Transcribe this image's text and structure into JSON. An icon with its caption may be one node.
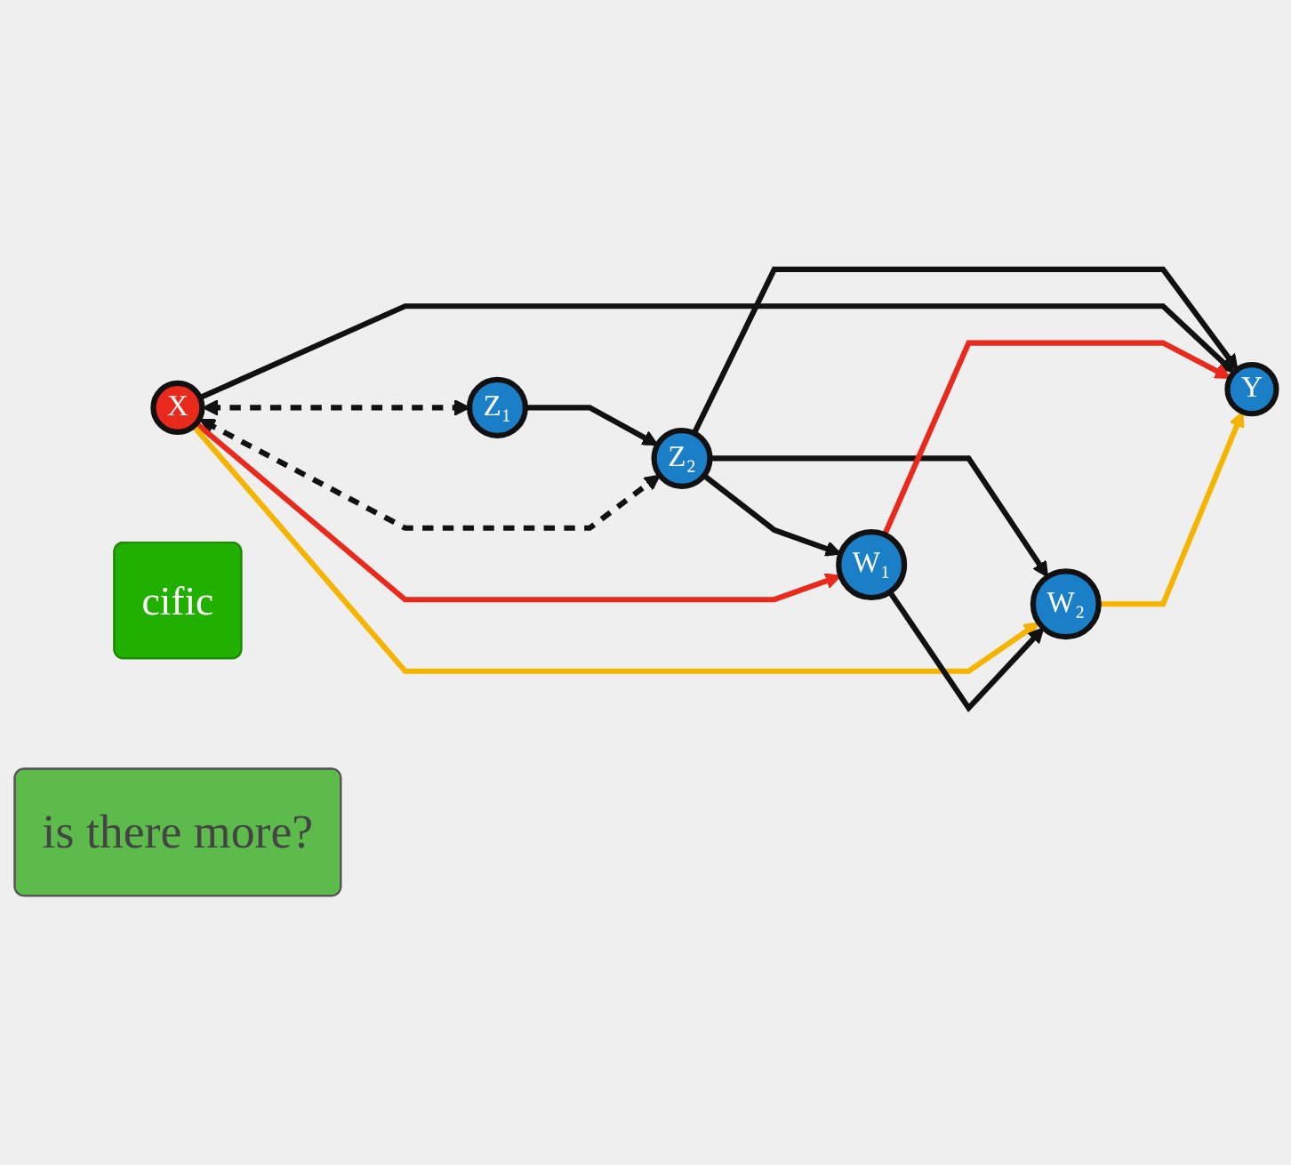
{
  "diagram": {
    "nodes": [
      {
        "text": [
          "cific"
        ]
      },
      {
        "text": [
          "is there more?"
        ]
      },
      {
        "text": [
          "Z₁"
        ]
      },
      {
        "text": [
          "Z₂"
        ]
      },
      {
        "text": [
          "X"
        ]
      },
      {
        "text": [
          "Y"
        ]
      },
      {
        "text": [
          "W₁"
        ]
      },
      {
        "text": [
          "W₂"
        ]
      }
    ],
    "edges": [
      {
        "from": 2,
        "to": 3,
        "arrow": "to"
      },
      {
        "from": 4,
        "to": 2,
        "arrow": "both",
        "style": "dashed"
      },
      {
        "from": 4,
        "to": 3,
        "arrow": "both",
        "style": "dashed"
      },
      {
        "from": 3,
        "to": 5,
        "arrow": "to"
      },
      {
        "from": 3,
        "to": 6,
        "arrow": "to"
      },
      {
        "from": 3,
        "to": 7,
        "arrow": "to"
      },
      {
        "from": 4,
        "to": 5,
        "arrow": "to"
      },
      {
        "from": 4,
        "to": 6,
        "arrow": "to",
        "color": "#e8291c"
      },
      {
        "from": 4,
        "to": 7,
        "arrow": "to",
        "color": "#f5b400"
      },
      {
        "from": 6,
        "to": 7,
        "arrow": "to"
      },
      {
        "from": 6,
        "to": 5,
        "arrow": "to",
        "color": "#e8291c"
      },
      {
        "from": 7,
        "to": 5,
        "arrow": "to",
        "color": "#f5b400"
      }
    ]
  }
}
